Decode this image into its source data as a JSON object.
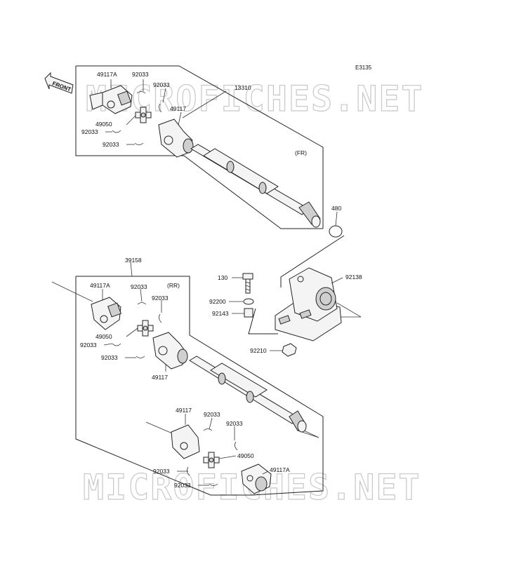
{
  "diagram_code": "E3135",
  "front_label": "FRONT",
  "watermark": "MICROFICHES.NET",
  "groups": {
    "front": {
      "shaft_ref": "13310",
      "tag": "(FR)"
    },
    "rear": {
      "shaft_ref": "39158",
      "tag": "(RR)"
    }
  },
  "labels": {
    "f_49117A": "49117A",
    "f_92033_a": "92033",
    "f_92033_b": "92033",
    "f_13310": "13310",
    "f_49117": "49117",
    "f_49050": "49050",
    "f_92033_c": "92033",
    "f_92033_d": "92033",
    "f_FR": "(FR)",
    "p_480": "480",
    "r_39158": "39158",
    "r_49117A": "49117A",
    "r_92033_a": "92033",
    "r_RR": "(RR)",
    "r_92033_b": "92033",
    "r_49050": "49050",
    "r_92033_c": "92033",
    "r_92033_d": "92033",
    "r_49117": "49117",
    "b_130": "130",
    "b_92138": "92138",
    "b_92200": "92200",
    "b_92143": "92143",
    "b_92210": "92210",
    "l_49117": "49117",
    "l_92033_a": "92033",
    "l_92033_b": "92033",
    "l_49050": "49050",
    "l_49117A": "49117A",
    "l_92033_c": "92033",
    "l_92033_d": "92033"
  },
  "colors": {
    "line": "#222222",
    "watermark": "#c8c8c8",
    "background": "#ffffff"
  }
}
